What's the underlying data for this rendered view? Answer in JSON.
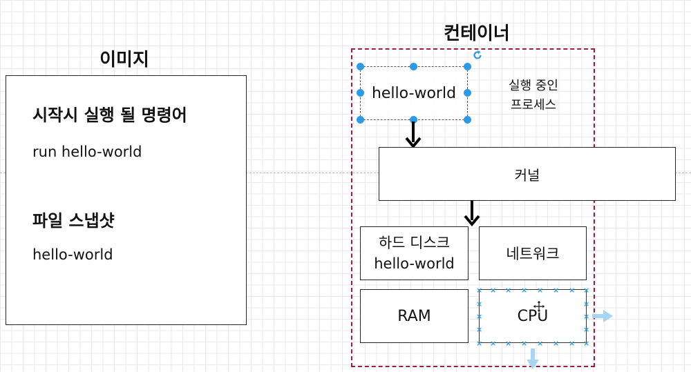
{
  "image": {
    "heading": "이미지",
    "command_title": "시작시 실행 될 명령어",
    "command_value": "run hello-world",
    "snapshot_title": "파일 스냅샷",
    "snapshot_value": "hello-world"
  },
  "container": {
    "heading": "컨테이너",
    "process_box": "hello-world",
    "process_caption": "실행 중인\n프로세스",
    "kernel": "커널",
    "hard_disk": "하드 디스크\nhello-world",
    "network": "네트워크",
    "ram": "RAM",
    "cpu": "CPU"
  },
  "colors": {
    "container_border": "#9b1c3c",
    "selection": "#2b9be8",
    "arrow": "#000000"
  }
}
